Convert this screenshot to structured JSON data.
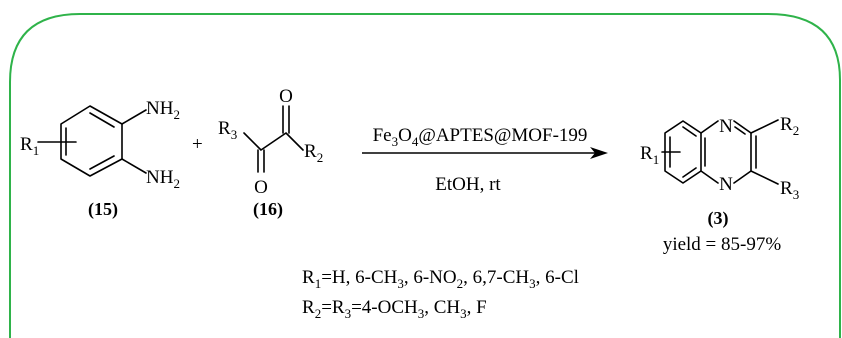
{
  "reactant_1": {
    "amine_top": "NH",
    "amine_top_sub": "2",
    "amine_bottom": "NH",
    "amine_bottom_sub": "2",
    "substituent": "R",
    "substituent_sub": "1",
    "id": "(15)"
  },
  "plus": "+",
  "reactant_2": {
    "oxygen_top": "O",
    "oxygen_bottom": "O",
    "group_left": "R",
    "group_left_sub": "3",
    "group_right": "R",
    "group_right_sub": "2",
    "id": "(16)"
  },
  "conditions": {
    "catalyst_parts": [
      "Fe",
      "3",
      "O",
      "4",
      "@APTES@MOF-199"
    ],
    "solvent": "EtOH, rt"
  },
  "product": {
    "n_top": "N",
    "n_bottom": "N",
    "substituent": "R",
    "substituent_sub": "1",
    "group_top": "R",
    "group_top_sub": "2",
    "group_bottom": "R",
    "group_bottom_sub": "3",
    "id": "(3)",
    "yield": "yield = 85-97%"
  },
  "notes": {
    "line1_parts": [
      "R",
      "1",
      "=H, 6-CH",
      "3",
      ", 6-NO",
      "2",
      ", 6,7-CH",
      "3",
      ", 6-Cl"
    ],
    "line2_parts": [
      "R",
      "2",
      "=R",
      "3",
      "=4-OCH",
      "3",
      ", CH",
      "3",
      ", F"
    ]
  }
}
